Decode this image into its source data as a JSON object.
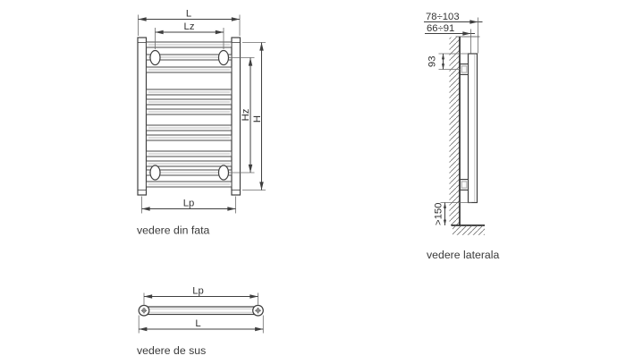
{
  "front_view": {
    "caption": "vedere din fata",
    "dims": {
      "overall_width": "L",
      "connection_spacing_width": "Lz",
      "connection_spacing_height": "Hz",
      "overall_height": "H",
      "collector_spacing_width": "Lp"
    }
  },
  "side_view": {
    "caption": "vedere laterala",
    "dims": {
      "wall_to_outer_face": "78÷103",
      "wall_to_axis": "66÷91",
      "top_to_bracket": "93",
      "floor_clearance": ">150"
    }
  },
  "top_view": {
    "caption": "vedere de sus",
    "dims": {
      "collector_spacing_width": "Lp",
      "overall_width": "L"
    }
  },
  "colors": {
    "background": "#ffffff",
    "line": "#3f3f3f",
    "light_line": "#c0c0c0",
    "text": "#3a3a3a"
  }
}
